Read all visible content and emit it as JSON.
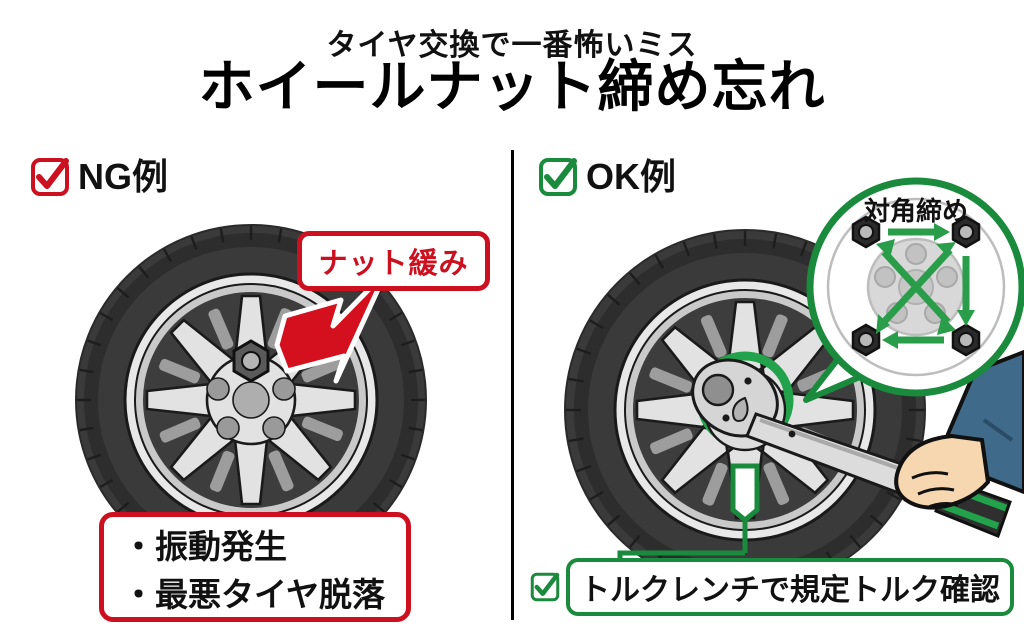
{
  "header": {
    "subtitle": "タイヤ交換で一番怖いミス",
    "title": "ホイールナット締め忘れ"
  },
  "colors": {
    "ng_red": "#cc1020",
    "ok_green": "#1a8a3c",
    "arrow_green": "#2a9d4a",
    "sleeve_blue": "#3f6a8a",
    "skin": "#f7d7b0",
    "tire_dark": "#333333",
    "wheel_silver": "#d9d9d9",
    "background": "#ffffff",
    "divider": "#000000"
  },
  "panels": {
    "ng": {
      "checkbox_icon": "checkbox-checked-red-icon",
      "label": "NG例",
      "callout": {
        "text": "ナット緩み",
        "arrow_icon": "red-arrow-icon"
      },
      "bullets": [
        "・振動発生",
        "・最悪タイヤ脱落"
      ],
      "illustration": "tire-wheel-loose-nut"
    },
    "ok": {
      "checkbox_icon": "checkbox-checked-green-icon",
      "label": "OK例",
      "caption": {
        "checkbox_icon": "checkbox-checked-green-small-icon",
        "text": "トルクレンチで規定トルク確認"
      },
      "illustration": "tire-wheel-torque-wrench",
      "inset": {
        "title": "対角締め",
        "icon": "cross-tighten-diagram-icon",
        "nut_count": 4,
        "arrow_icon": "green-arrow-icon"
      },
      "tool": "torque-wrench",
      "hand": "gloved-hand"
    }
  }
}
